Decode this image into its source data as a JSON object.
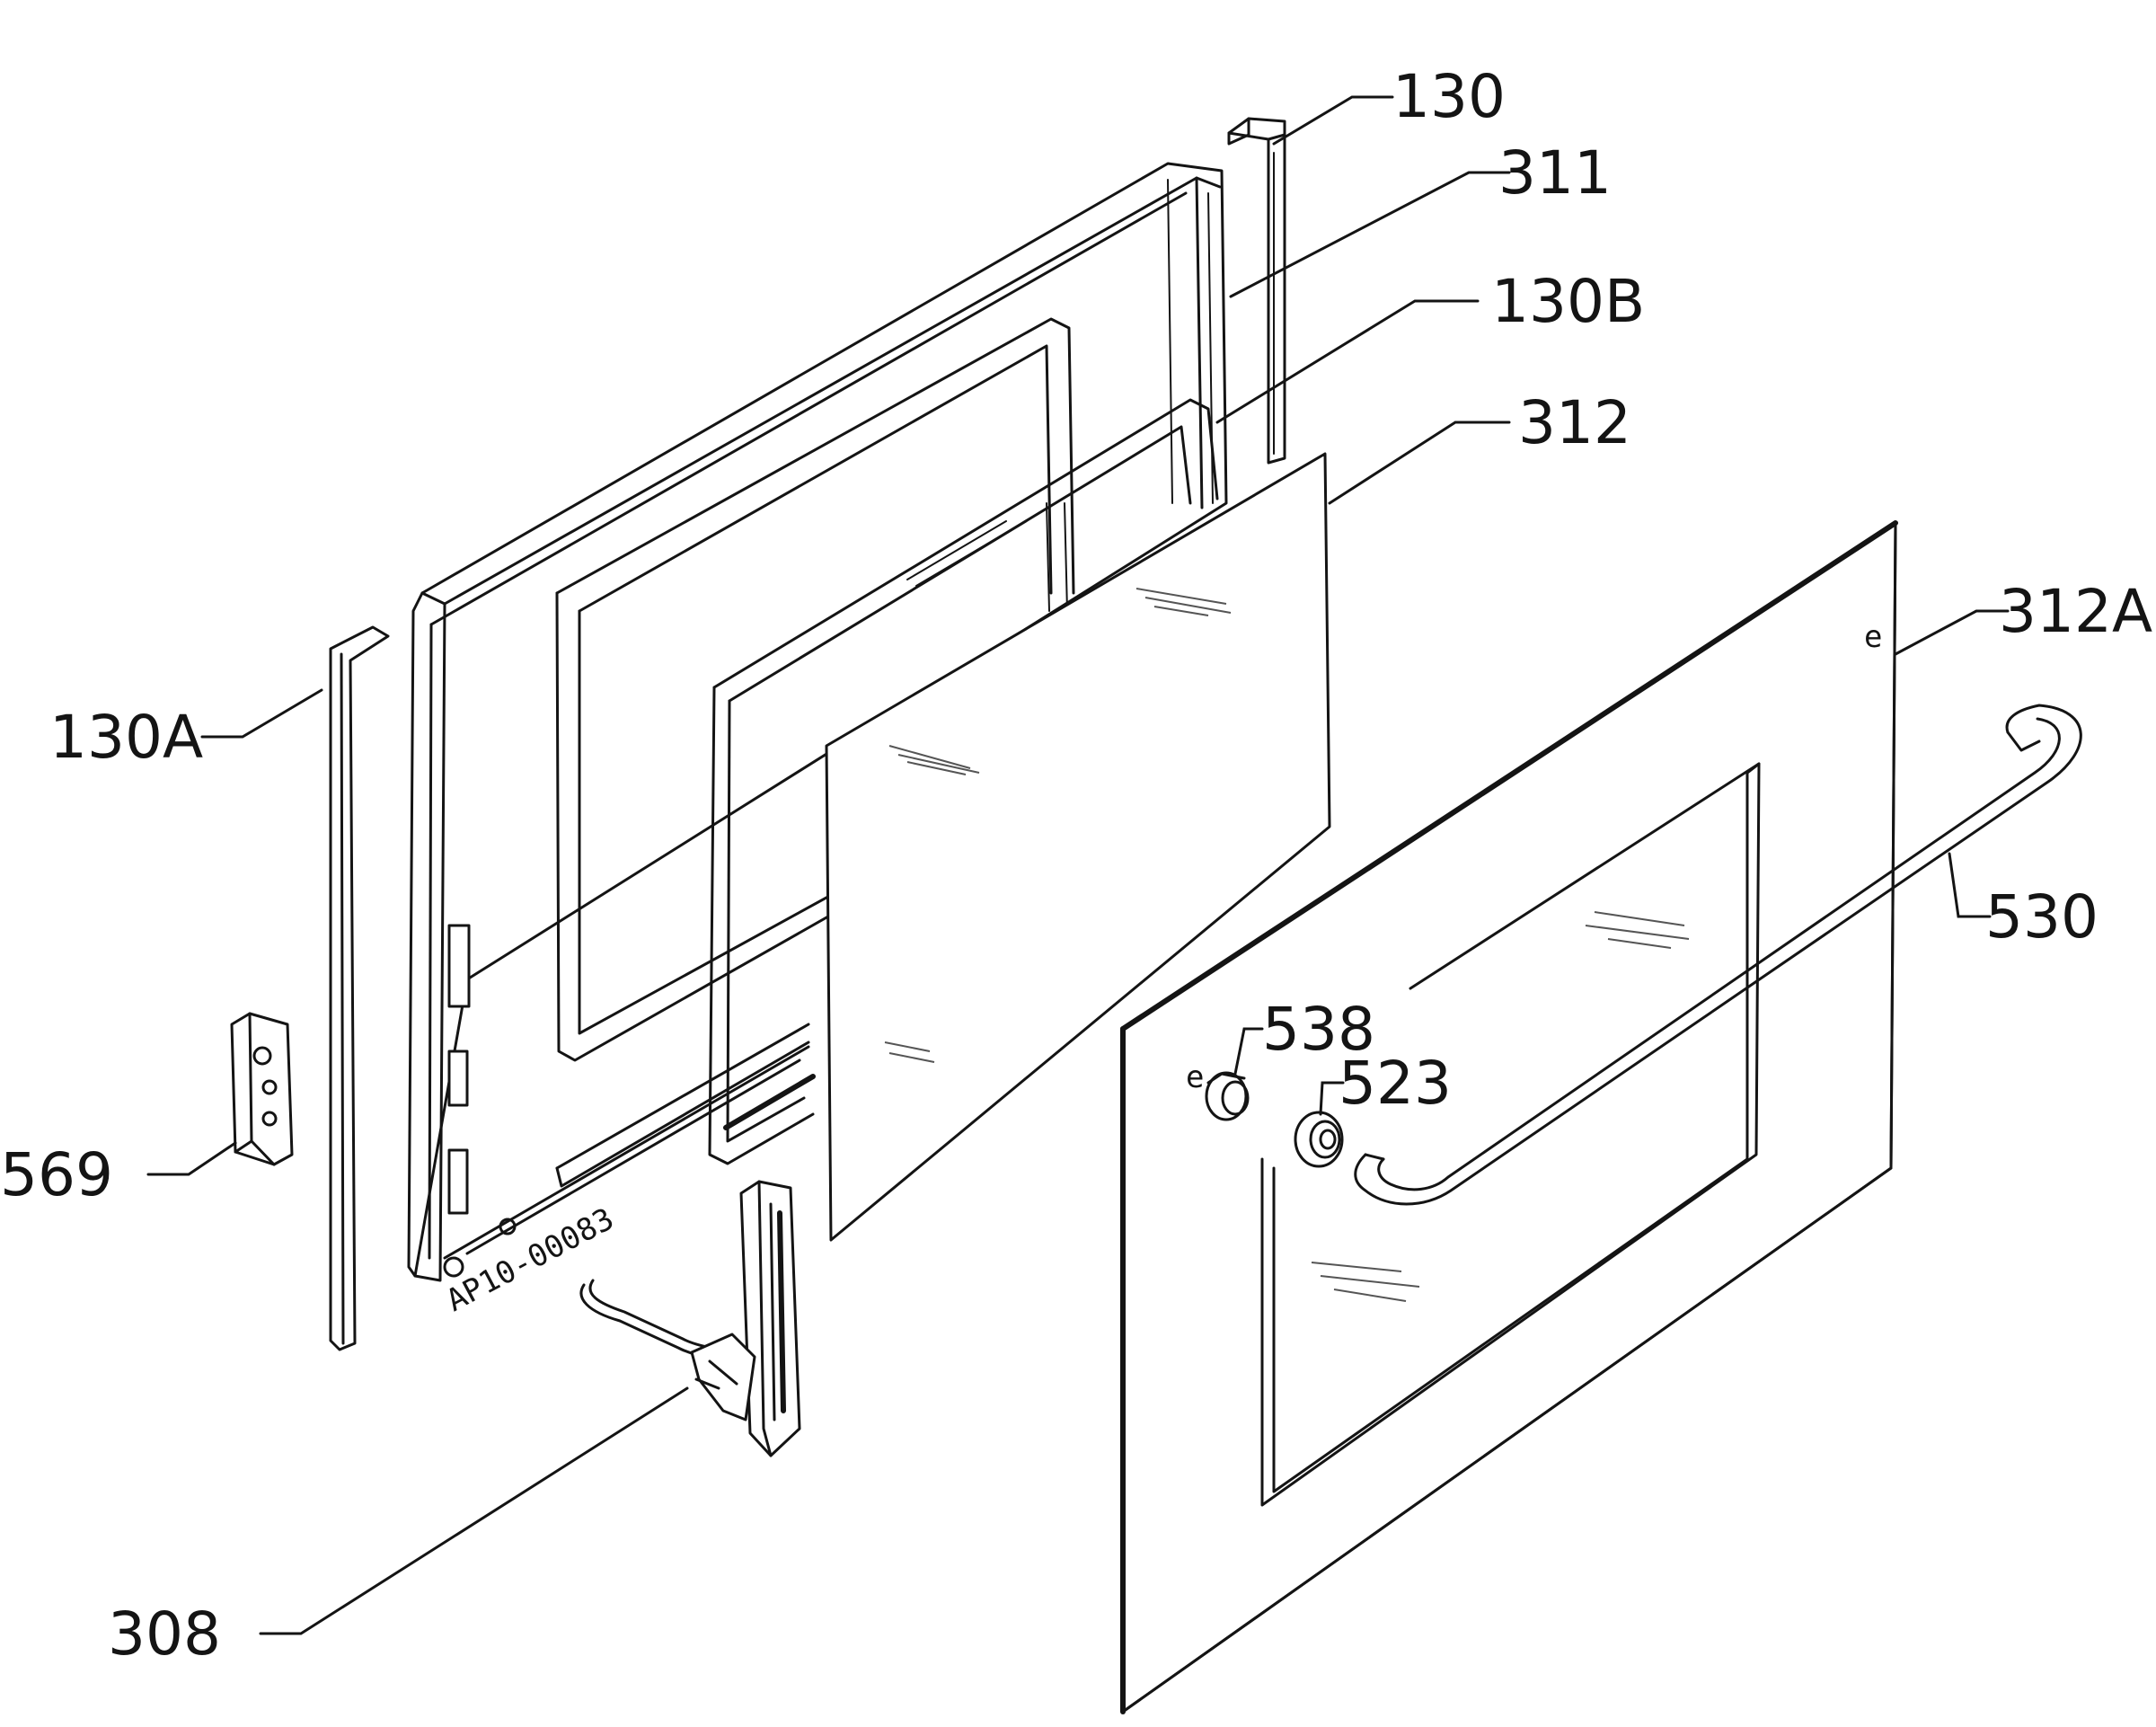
{
  "diagram": {
    "stamp": "AP10-00083",
    "callouts": [
      {
        "id": "130",
        "label": "130"
      },
      {
        "id": "311",
        "label": "311"
      },
      {
        "id": "130B",
        "label": "130B"
      },
      {
        "id": "312",
        "label": "312"
      },
      {
        "id": "312A",
        "label": "312A"
      },
      {
        "id": "130A",
        "label": "130A"
      },
      {
        "id": "530",
        "label": "530"
      },
      {
        "id": "538",
        "label": "538"
      },
      {
        "id": "523",
        "label": "523"
      },
      {
        "id": "569",
        "label": "569"
      },
      {
        "id": "308",
        "label": "308"
      }
    ]
  }
}
